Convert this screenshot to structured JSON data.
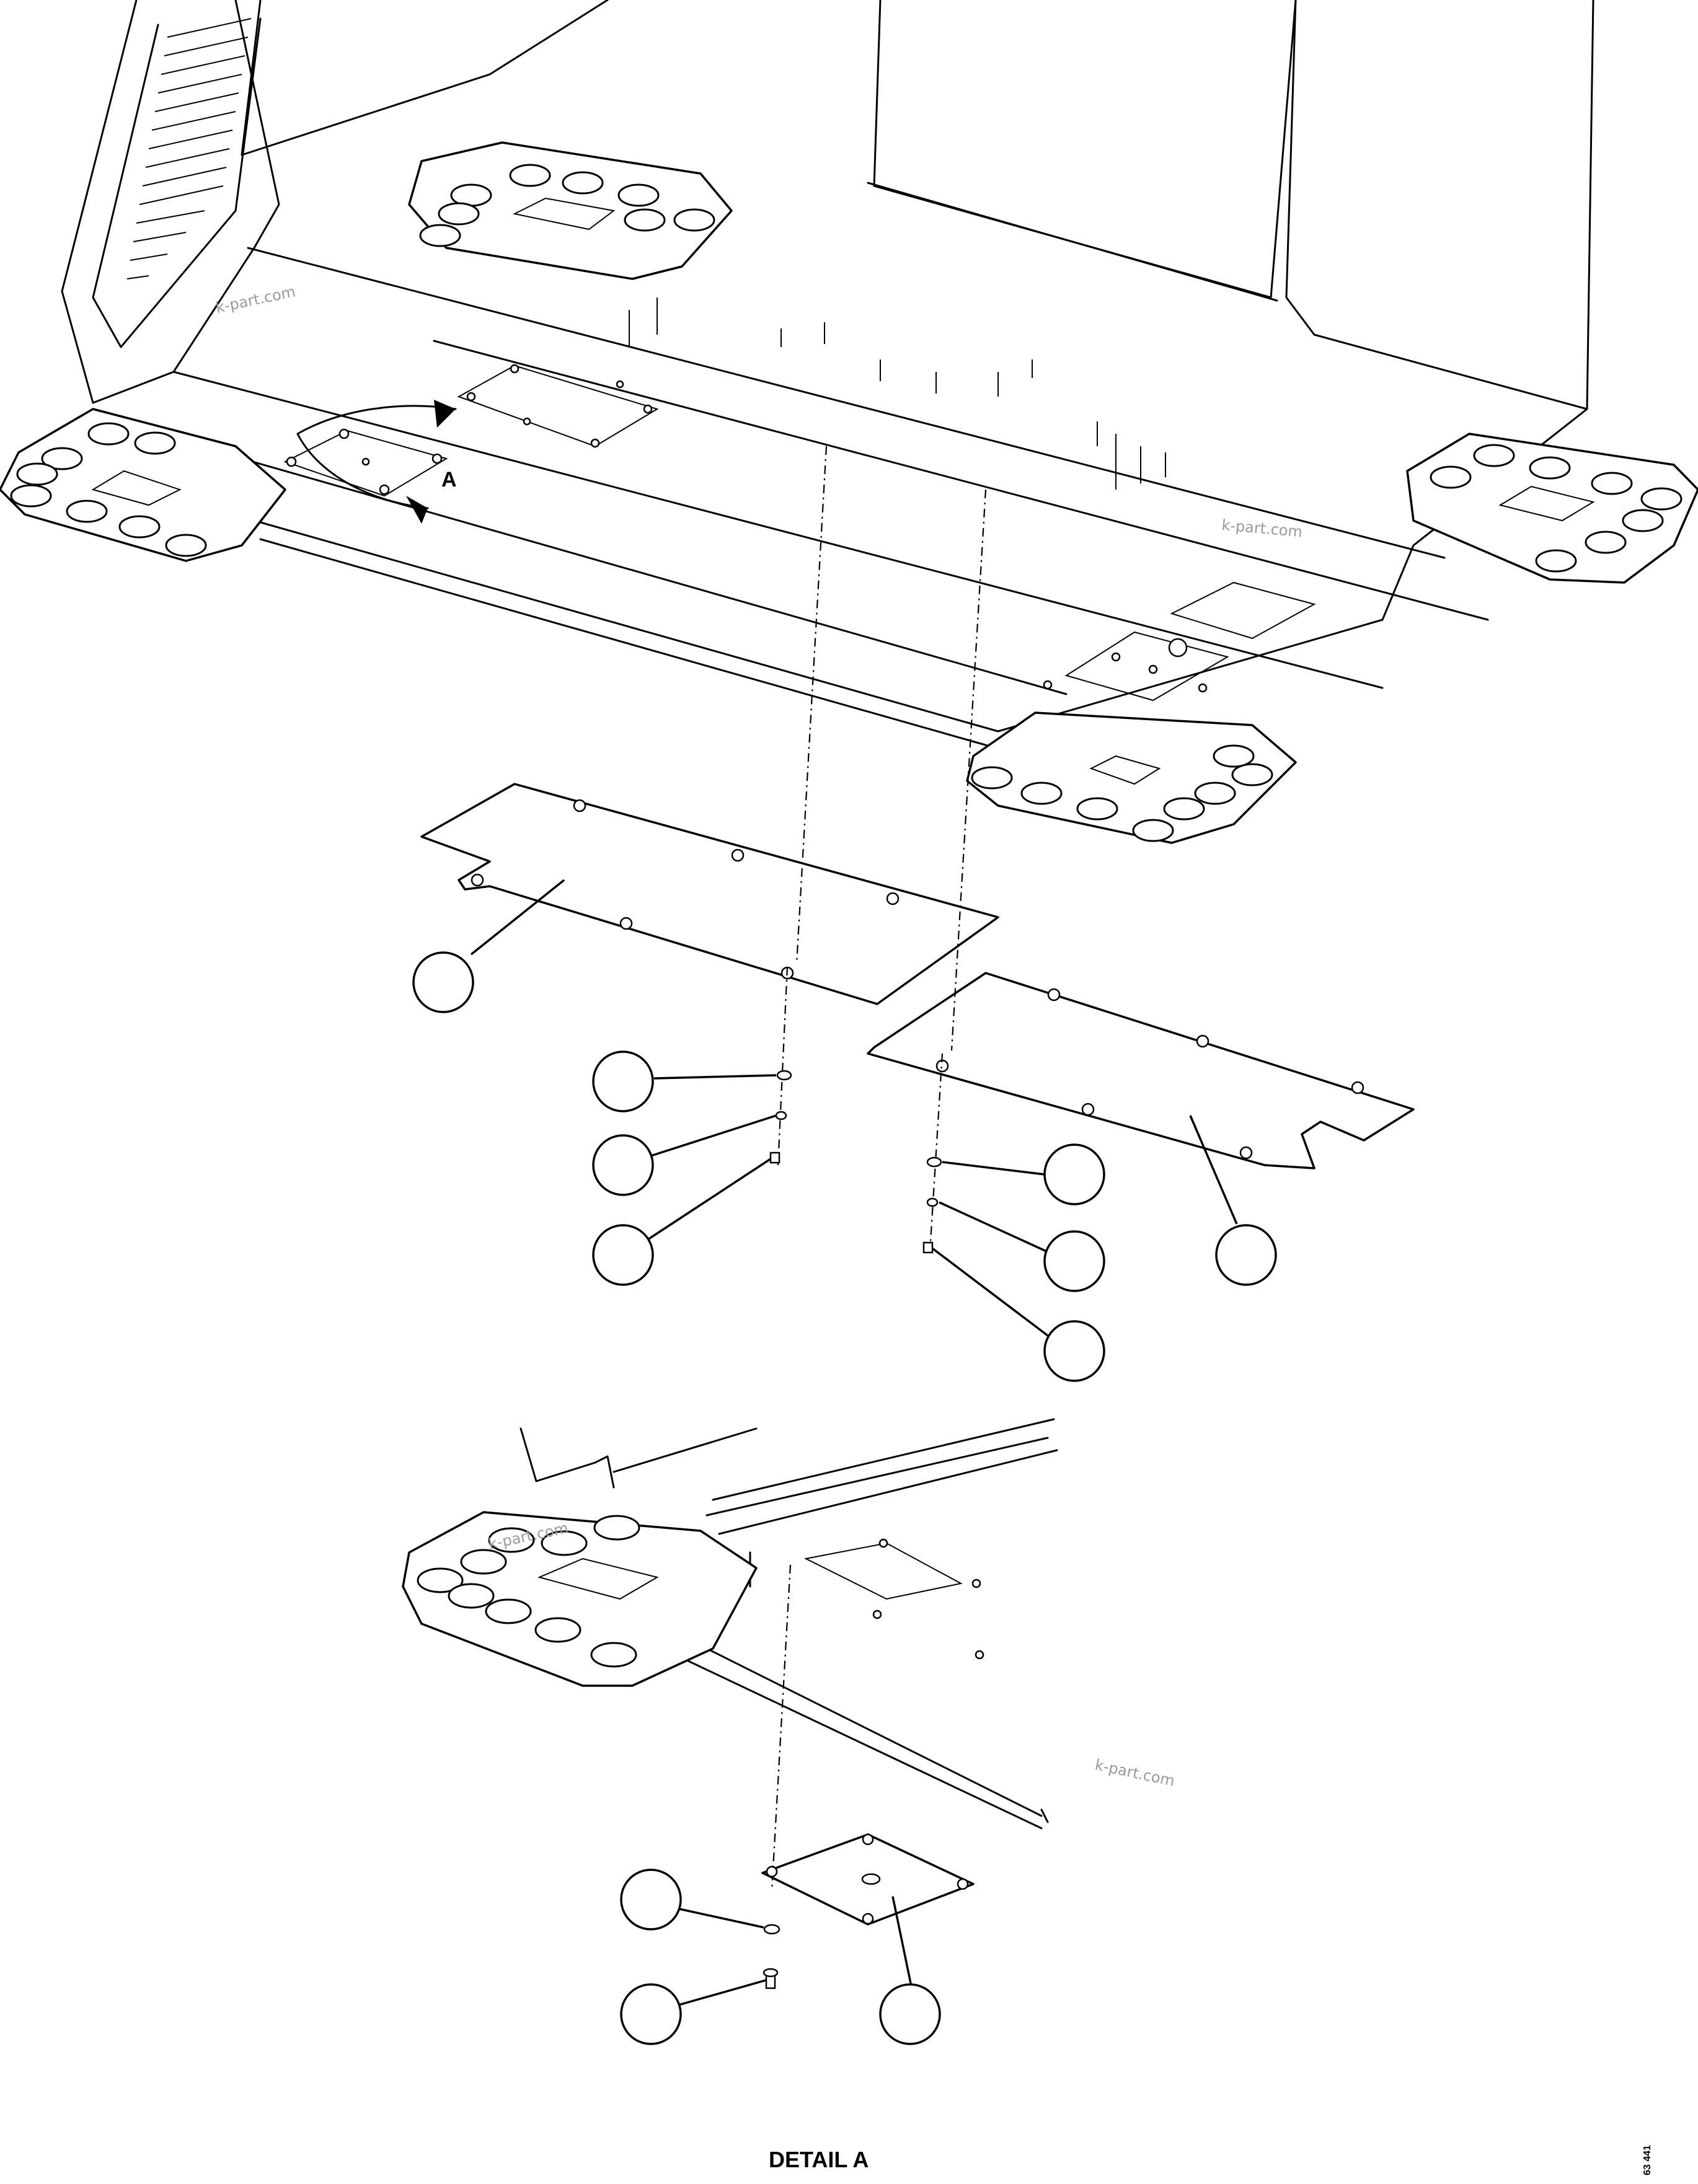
{
  "detail": {
    "marker": "A",
    "caption": "DETAIL A"
  },
  "watermark": "k-part.com",
  "drawing_number": "63 441"
}
